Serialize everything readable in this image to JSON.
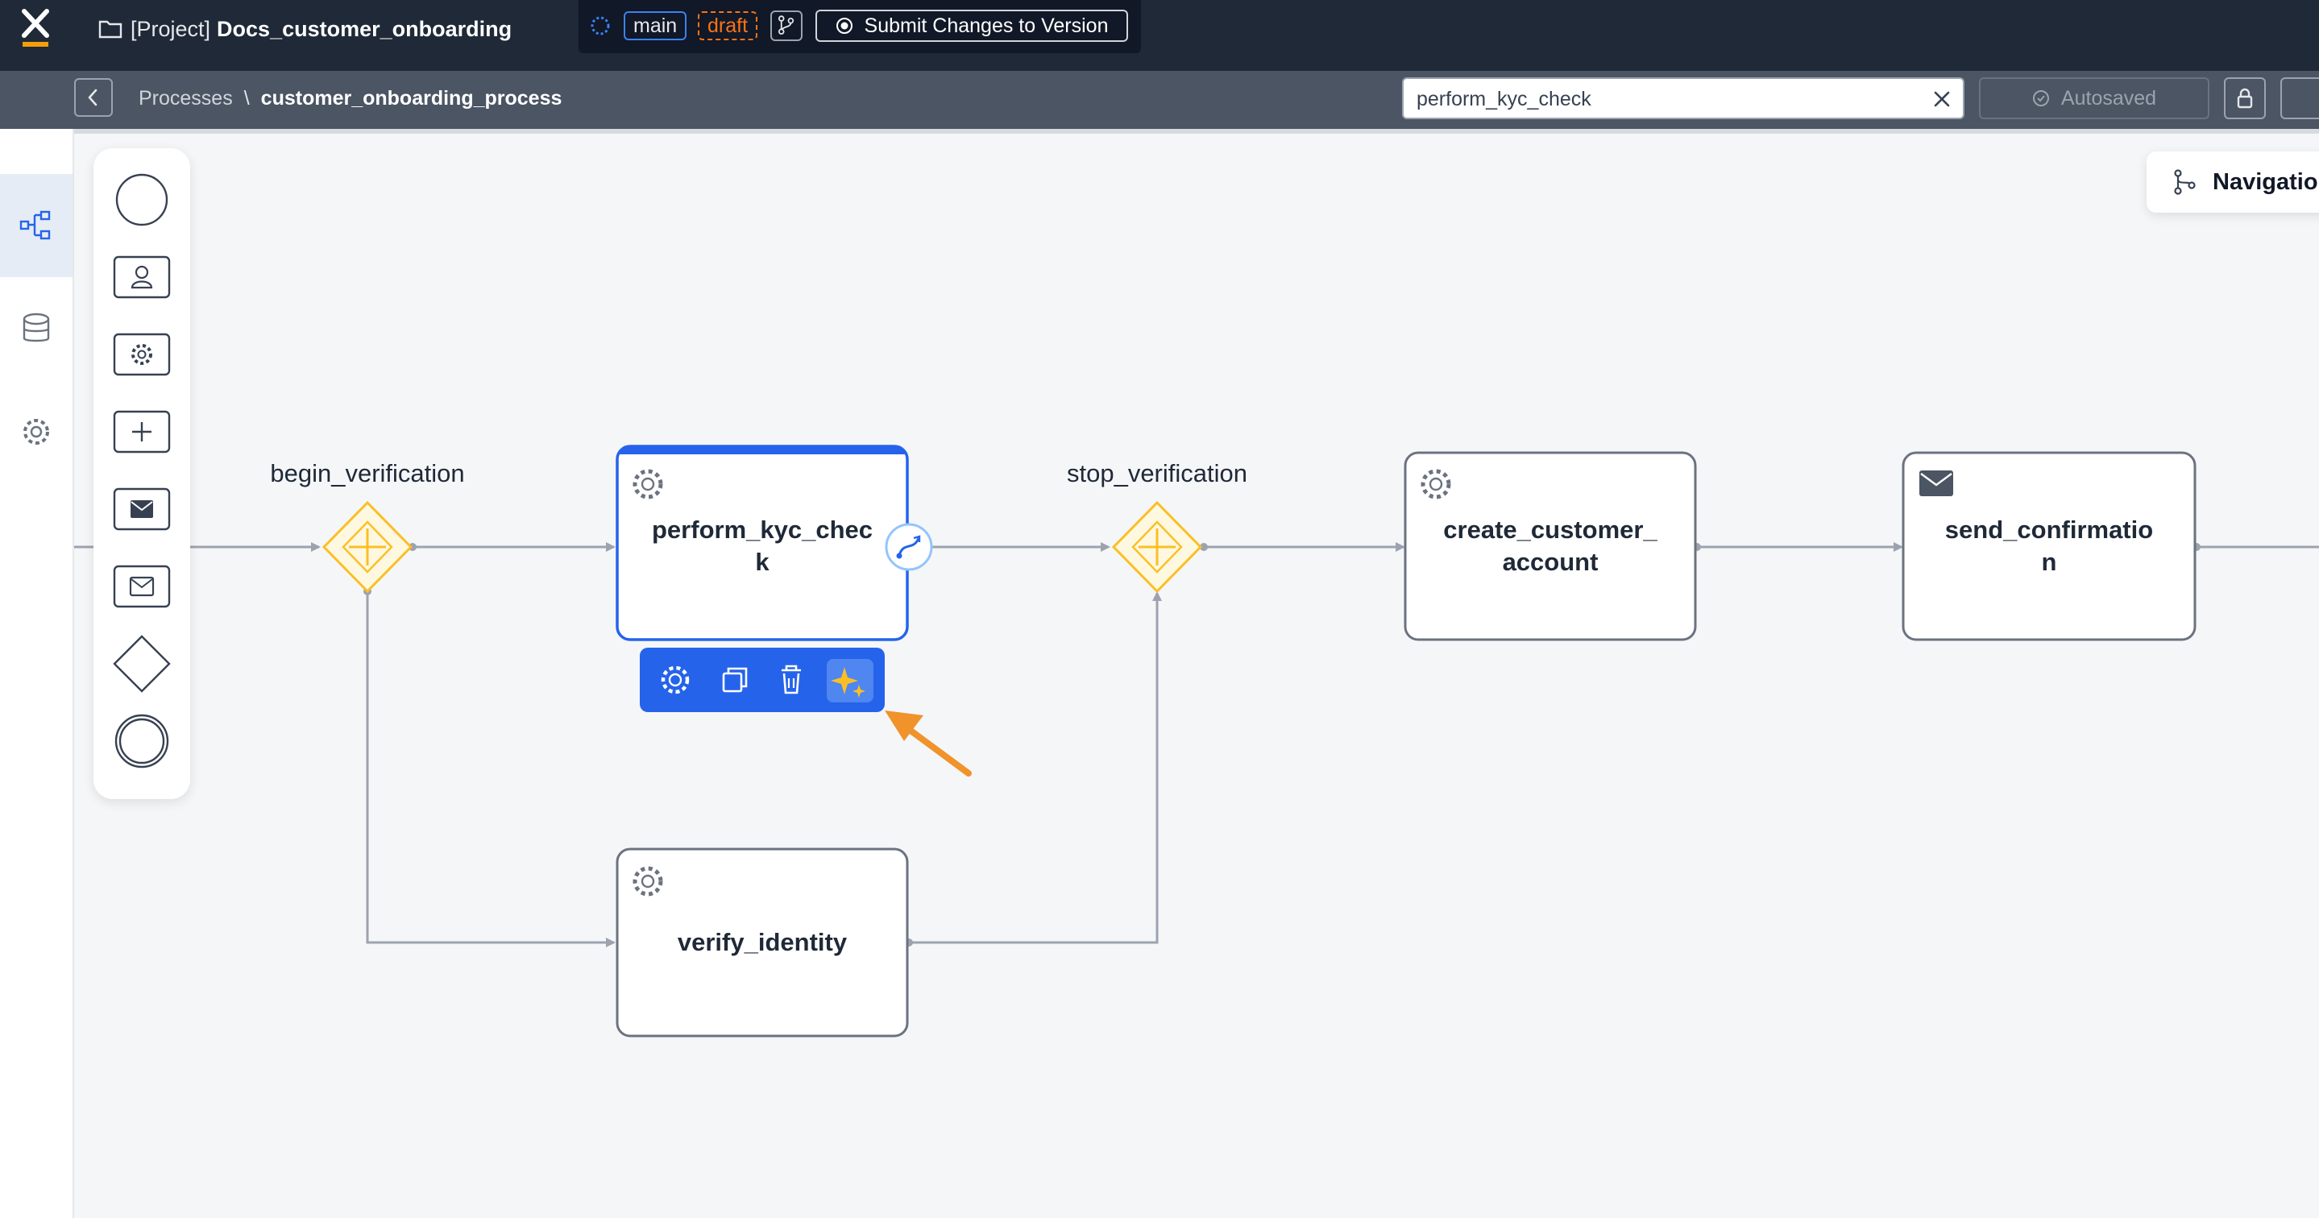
{
  "topbar": {
    "project_prefix": "[Project]",
    "project_name": "Docs_customer_onboarding",
    "branch": "main",
    "state": "draft",
    "submit_label": "Submit Changes to Version"
  },
  "subbar": {
    "breadcrumb_root": "Processes",
    "breadcrumb_sep": "\\",
    "breadcrumb_current": "customer_onboarding_process",
    "search_value": "perform_kyc_check",
    "autosaved": "Autosaved"
  },
  "canvas": {
    "navigation_label": "Navigation",
    "nodes": {
      "begin_gateway": "begin_verification",
      "stop_gateway": "stop_verification",
      "task1_line1": "perform_kyc_chec",
      "task1_line2": "k",
      "task2_line1": "create_customer_",
      "task2_line2": "account",
      "task3_line1": "send_confirmatio",
      "task3_line2": "n",
      "task4_line1": "verify_identity"
    }
  },
  "colors": {
    "topbar_bg": "#1f2937",
    "subbar_bg": "#4b5563",
    "accent_blue": "#2563eb",
    "gateway_yellow": "#fbbf24",
    "arrow_orange": "#f0932b",
    "draft_orange": "#f97316"
  }
}
